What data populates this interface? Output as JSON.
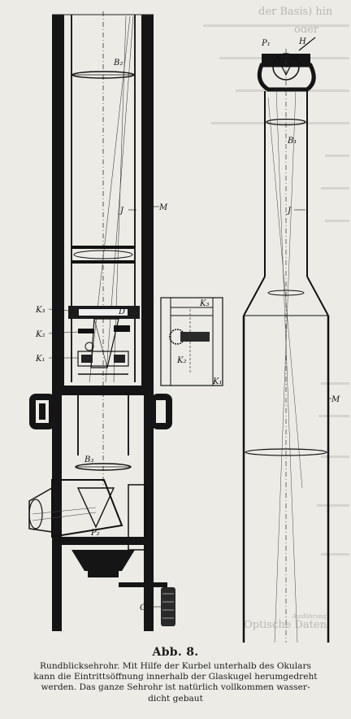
{
  "figure": {
    "labels": {
      "B2": "B₂",
      "H": "H",
      "P1": "P₁",
      "B1": "B₁",
      "J_left": "J",
      "M_left": "M",
      "J_right": "J",
      "M_right": "M",
      "K3": "K₃",
      "D": "D",
      "K2": "K₂",
      "K1": "K₁",
      "B3": "B₃",
      "P2": "P₂",
      "G": "G",
      "K3_detail": "K₃",
      "K2_detail": "K₂",
      "K1_detail": "K₁"
    },
    "bleed_through": {
      "word_basis": "der Basis) hin",
      "word_oder": "oder",
      "word_opt": "Optische Daten",
      "word_aus": "Ausführung"
    }
  },
  "caption": {
    "title": "Abb. 8.",
    "lines": [
      "Rundblicksehrohr. Mit Hilfe der Kurbel unterhalb des Okulars",
      "kann die Eintrittsöffnung innerhalb der Glaskugel herumgedreht",
      "werden. Das ganze Sehrohr ist natürlich vollkommen wasser-",
      "dicht gebaut"
    ]
  },
  "colors": {
    "paper": "#ecebe6",
    "ink": "#1a1a1a",
    "bleed": "#b9b7b1"
  }
}
